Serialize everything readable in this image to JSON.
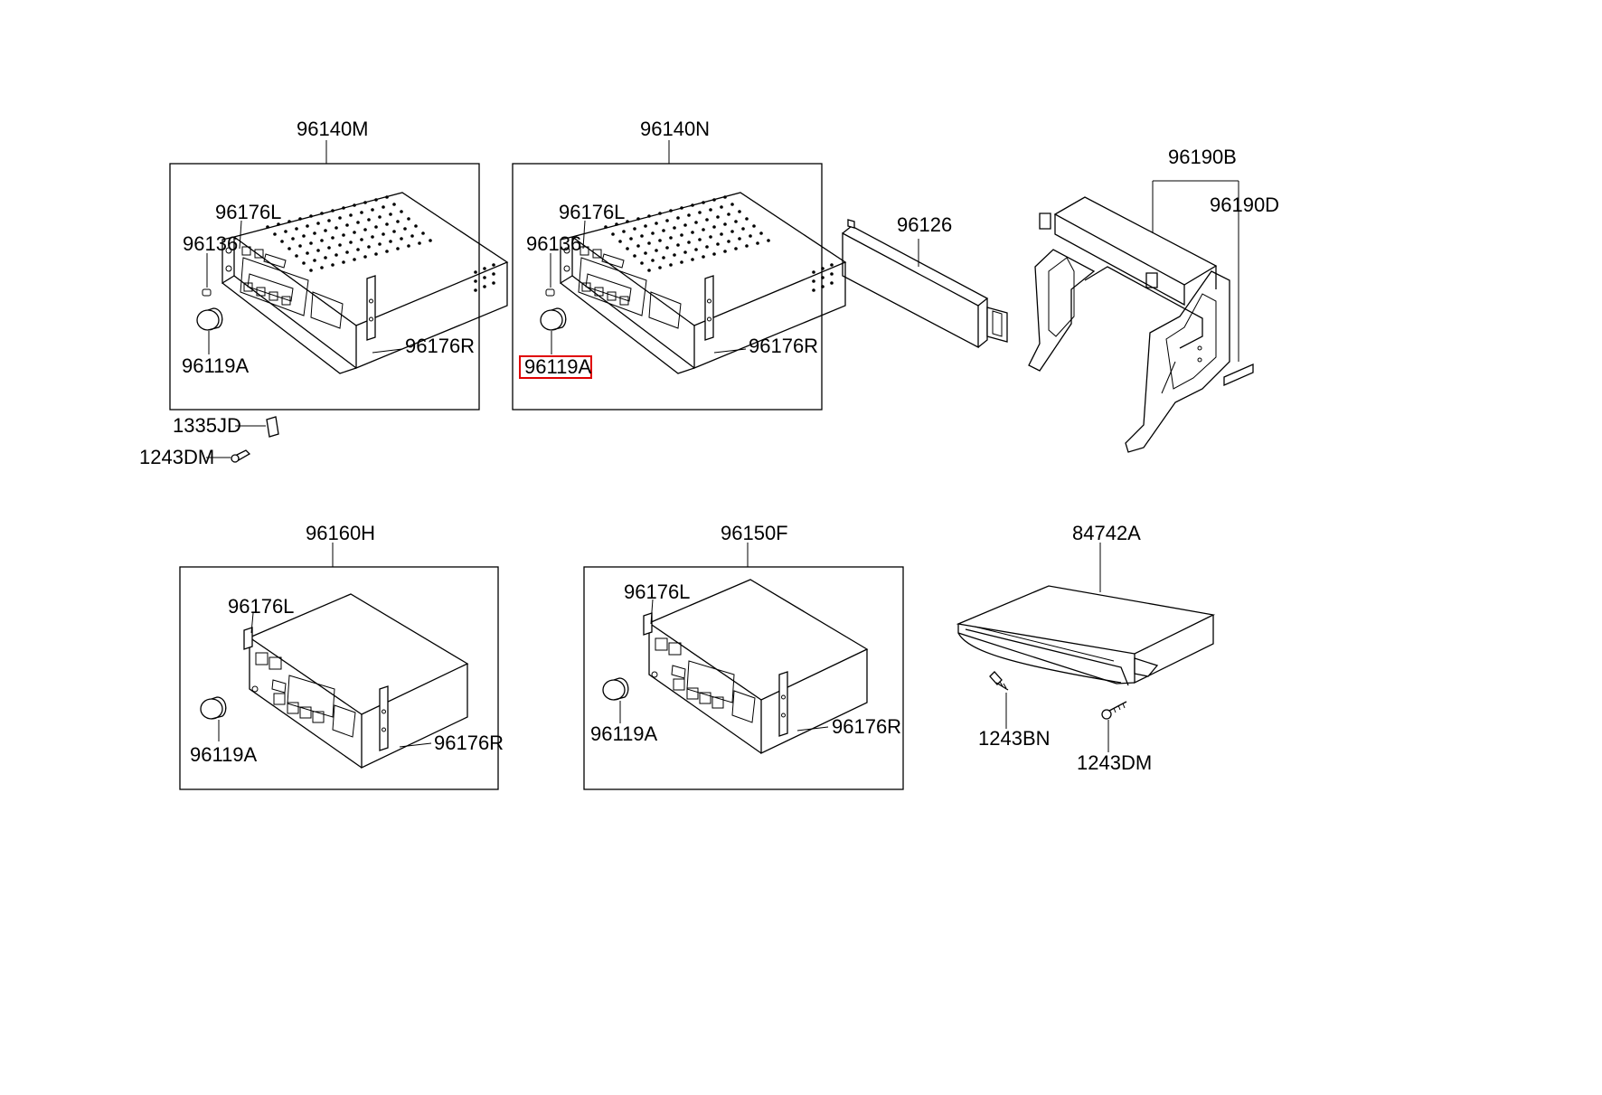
{
  "labels": {
    "assy_96140M": "96140M",
    "g1_96176L": "96176L",
    "g1_96136": "96136",
    "g1_96119A": "96119A",
    "g1_96176R": "96176R",
    "p_1335JD": "1335JD",
    "p_1243DM_a": "1243DM",
    "assy_96140N": "96140N",
    "g2_96176L": "96176L",
    "g2_96136": "96136",
    "g2_96119A": "96119A",
    "g2_96176R": "96176R",
    "p_96126": "96126",
    "p_96190B": "96190B",
    "p_96190D": "96190D",
    "assy_96160H": "96160H",
    "g3_96176L": "96176L",
    "g3_96119A": "96119A",
    "g3_96176R": "96176R",
    "assy_96150F": "96150F",
    "g4_96176L": "96176L",
    "g4_96119A": "96119A",
    "g4_96176R": "96176R",
    "p_84742A": "84742A",
    "p_1243BN": "1243BN",
    "p_1243DM_b": "1243DM"
  },
  "highlighted_part": "96119A",
  "highlight_color": "#e00000"
}
